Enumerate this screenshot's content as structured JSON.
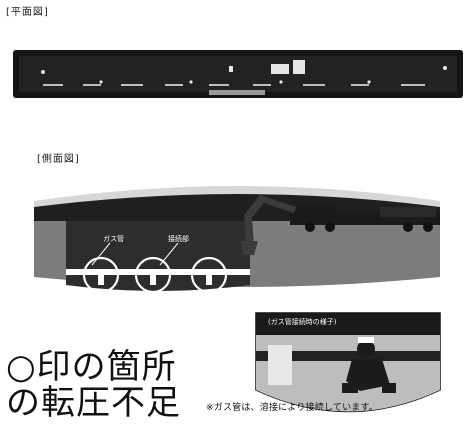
{
  "plan_view": {
    "label": "[平面図]"
  },
  "side_view": {
    "label": "[側面図]",
    "gas_pipe_label": "ガス管",
    "joint_label": "接続部",
    "inset_title": "(ガス管接続時の様子)"
  },
  "caption": {
    "line1": "○印の箇所",
    "line2": "の転圧不足"
  },
  "footnote": "※ガス管は、溶接により接続しています。",
  "colors": {
    "asphalt": "#1c1c1c",
    "soil": "#7a7a7a",
    "sky": "#d8d8d8",
    "pipe": "#ffffff"
  }
}
